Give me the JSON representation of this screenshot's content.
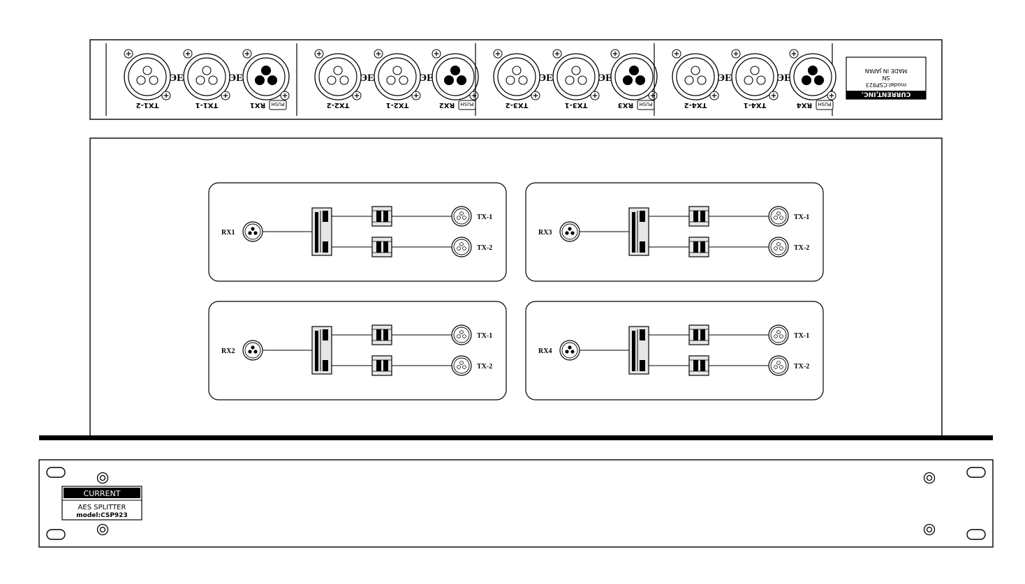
{
  "rear_panel": {
    "sections": [
      {
        "connectors": [
          "TX1-2",
          "TX1-1",
          "RX1"
        ]
      },
      {
        "connectors": [
          "TX2-2",
          "TX2-1",
          "RX2"
        ]
      },
      {
        "connectors": [
          "TX3-2",
          "TX3-1",
          "RX3"
        ]
      },
      {
        "connectors": [
          "TX4-2",
          "TX4-1",
          "RX4"
        ]
      }
    ],
    "push_label": "PUSH",
    "label_plate": {
      "brand": "CURRENT,INC.",
      "model": "model:CSP923",
      "sn": "SN",
      "made_in": "MADE IN JAPAN"
    }
  },
  "diagram": {
    "channels": [
      {
        "input": "RX1",
        "outputs": [
          "TX-1",
          "TX-2"
        ]
      },
      {
        "input": "RX3",
        "outputs": [
          "TX-1",
          "TX-2"
        ]
      },
      {
        "input": "RX2",
        "outputs": [
          "TX-1",
          "TX-2"
        ]
      },
      {
        "input": "RX4",
        "outputs": [
          "TX-1",
          "TX-2"
        ]
      }
    ]
  },
  "front_panel": {
    "brand": "CURRENT",
    "product": "AES SPLITTER",
    "model": "model:CSP923"
  }
}
